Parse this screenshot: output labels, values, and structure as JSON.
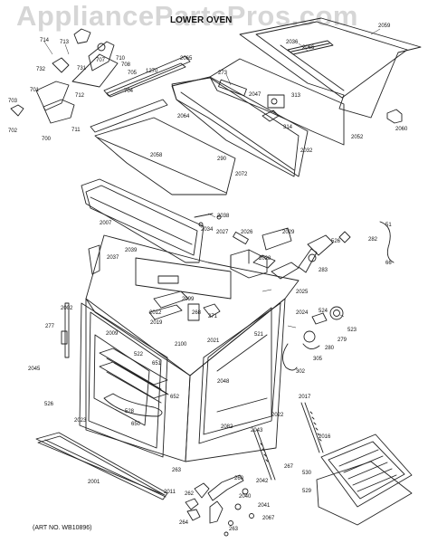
{
  "watermark": "AppliancePartsPros.com",
  "title": "LOWER OVEN",
  "art_number": "(ART NO. WB10896)",
  "labels": {
    "l714": "714",
    "l713": "713",
    "l710": "710",
    "l708": "708",
    "l705": "705",
    "l707": "707",
    "l1270": "1270",
    "l2065": "2065",
    "l732": "732",
    "l731": "731",
    "l704": "704",
    "l712": "712",
    "l701": "701",
    "l703": "703",
    "l702": "702",
    "l711": "711",
    "l700": "700",
    "l2036": "2036",
    "l2066": "2066",
    "l2059": "2059",
    "l273": "273",
    "l2047": "2047",
    "l313": "313",
    "l314": "314",
    "l2064": "2064",
    "l290": "290",
    "l2032": "2032",
    "l2052": "2052",
    "l2060": "2060",
    "l2058": "2058",
    "l2072": "2072",
    "l2038": "2038",
    "l2034": "2034",
    "l2007": "2007",
    "l2027": "2027",
    "l2026": "2026",
    "l2029": "2029",
    "l51": "51",
    "l282": "282",
    "l526": "526",
    "l66": "66",
    "l2039": "2039",
    "l2037": "2037",
    "l2028": "2028",
    "l283": "283",
    "l2025": "2025",
    "l2002": "2002",
    "l2012": "2012",
    "l2099": "2099",
    "l2019": "2019",
    "l268": "268",
    "l271": "271",
    "l2024": "2024",
    "l524": "524",
    "l523": "523",
    "l277": "277",
    "l2009": "2009",
    "l2100": "2100",
    "l2021": "2021",
    "l521": "521",
    "l279": "279",
    "l522": "522",
    "l651": "651",
    "l280": "280",
    "l305": "305",
    "l2045": "2045",
    "l302": "302",
    "l652": "652",
    "l2048": "2048",
    "l528": "528",
    "l2017": "2017",
    "l526b": "526",
    "l2023": "2023",
    "l650": "650",
    "l2022": "2022",
    "l2082": "2082",
    "l2043": "2043",
    "l2016": "2016",
    "l263": "263",
    "l2011": "2011",
    "l267": "267",
    "l2001": "2001",
    "l260": "260",
    "l2042": "2042",
    "l530": "530",
    "l529": "529",
    "l2040": "2040",
    "l2041": "2041",
    "l262": "262",
    "l264": "264",
    "l2067": "2067",
    "l263b": "263"
  }
}
